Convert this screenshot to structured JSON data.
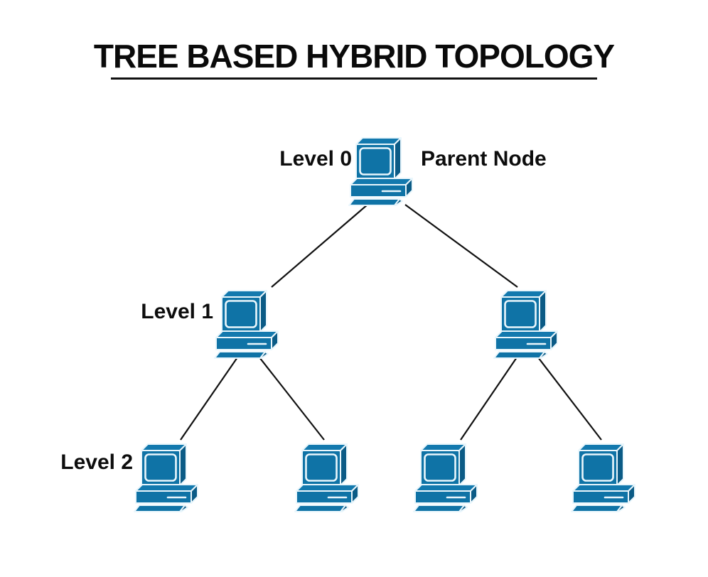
{
  "title": {
    "text": "TREE BASED HYBRID TOPOLOGY"
  },
  "labels": {
    "level0": "Level 0",
    "parent_node": "Parent Node",
    "level1": "Level 1",
    "level2": "Level 2"
  },
  "diagram": {
    "type": "tree-topology",
    "levels": [
      {
        "level": 0,
        "label": "Level 0",
        "annotation": "Parent Node",
        "node_count": 1
      },
      {
        "level": 1,
        "label": "Level 1",
        "node_count": 2
      },
      {
        "level": 2,
        "label": "Level 2",
        "node_count": 4
      }
    ],
    "nodes": [
      {
        "id": "n0",
        "level": 0,
        "role": "parent-node",
        "icon": "desktop-computer-icon"
      },
      {
        "id": "n1a",
        "level": 1,
        "role": "child-node",
        "icon": "desktop-computer-icon"
      },
      {
        "id": "n1b",
        "level": 1,
        "role": "child-node",
        "icon": "desktop-computer-icon"
      },
      {
        "id": "n2a",
        "level": 2,
        "role": "leaf-node",
        "icon": "desktop-computer-icon"
      },
      {
        "id": "n2b",
        "level": 2,
        "role": "leaf-node",
        "icon": "desktop-computer-icon"
      },
      {
        "id": "n2c",
        "level": 2,
        "role": "leaf-node",
        "icon": "desktop-computer-icon"
      },
      {
        "id": "n2d",
        "level": 2,
        "role": "leaf-node",
        "icon": "desktop-computer-icon"
      }
    ],
    "edges": [
      [
        "n0",
        "n1a"
      ],
      [
        "n0",
        "n1b"
      ],
      [
        "n1a",
        "n2a"
      ],
      [
        "n1a",
        "n2b"
      ],
      [
        "n1b",
        "n2c"
      ],
      [
        "n1b",
        "n2d"
      ]
    ],
    "colors": {
      "computer_main": "#0F73A6",
      "computer_top": "#1379AE",
      "computer_dark": "#0B5B86",
      "computer_outline": "#E9F6FC",
      "edge_line": "#111111",
      "title_text": "#0A0A0A",
      "background": "#FFFFFF"
    }
  }
}
